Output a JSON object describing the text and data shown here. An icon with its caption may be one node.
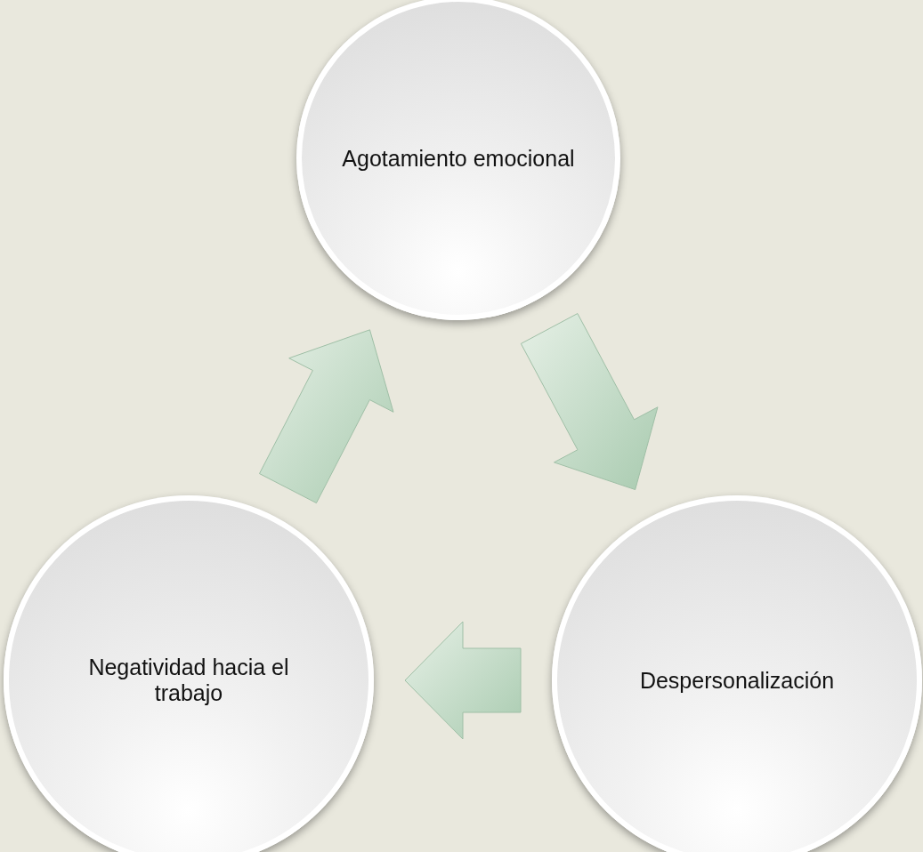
{
  "diagram": {
    "nodes": [
      {
        "text": [
          "Agotamiento emocional"
        ]
      },
      {
        "text": [
          "Despersonalización"
        ]
      },
      {
        "text": [
          "Negatividad hacia el trabajo"
        ]
      }
    ],
    "edges": [
      {
        "from": 0,
        "to": 1,
        "arrow": "to"
      },
      {
        "from": 1,
        "to": 2,
        "arrow": "to"
      },
      {
        "from": 2,
        "to": 0,
        "arrow": "to"
      }
    ]
  }
}
